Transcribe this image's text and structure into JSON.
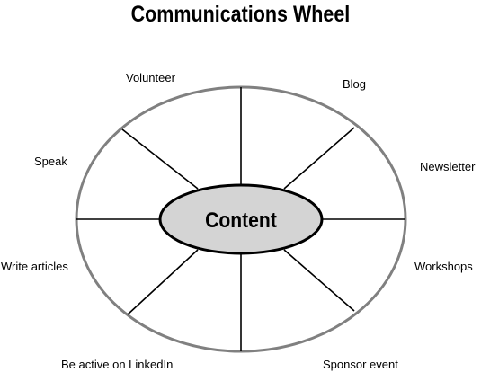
{
  "title": "Communications Wheel",
  "hub": {
    "label": "Content",
    "fill_color": "#d4d4d4"
  },
  "rim_color": "#808080",
  "activities": [
    {
      "id": "volunteer",
      "label": "Volunteer"
    },
    {
      "id": "blog",
      "label": "Blog"
    },
    {
      "id": "speak",
      "label": "Speak"
    },
    {
      "id": "newsletter",
      "label": "Newsletter"
    },
    {
      "id": "write-articles",
      "label": "Write articles"
    },
    {
      "id": "workshops",
      "label": "Workshops"
    },
    {
      "id": "be-active-on-linkedin",
      "label": "Be active on LinkedIn"
    },
    {
      "id": "sponsor-event",
      "label": "Sponsor event"
    }
  ]
}
